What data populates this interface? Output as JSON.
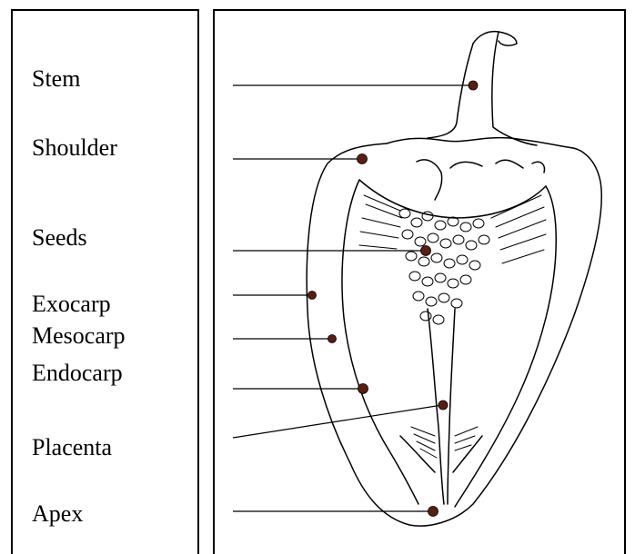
{
  "labels": {
    "stem": "Stem",
    "shoulder": "Shoulder",
    "seeds": "Seeds",
    "exocarp": "Exocarp",
    "mesocarp": "Mesocarp",
    "endocarp": "Endocarp",
    "placenta": "Placenta",
    "apex": "Apex"
  },
  "colors": {
    "ink": "#000000",
    "marker": "#5a1d12"
  }
}
